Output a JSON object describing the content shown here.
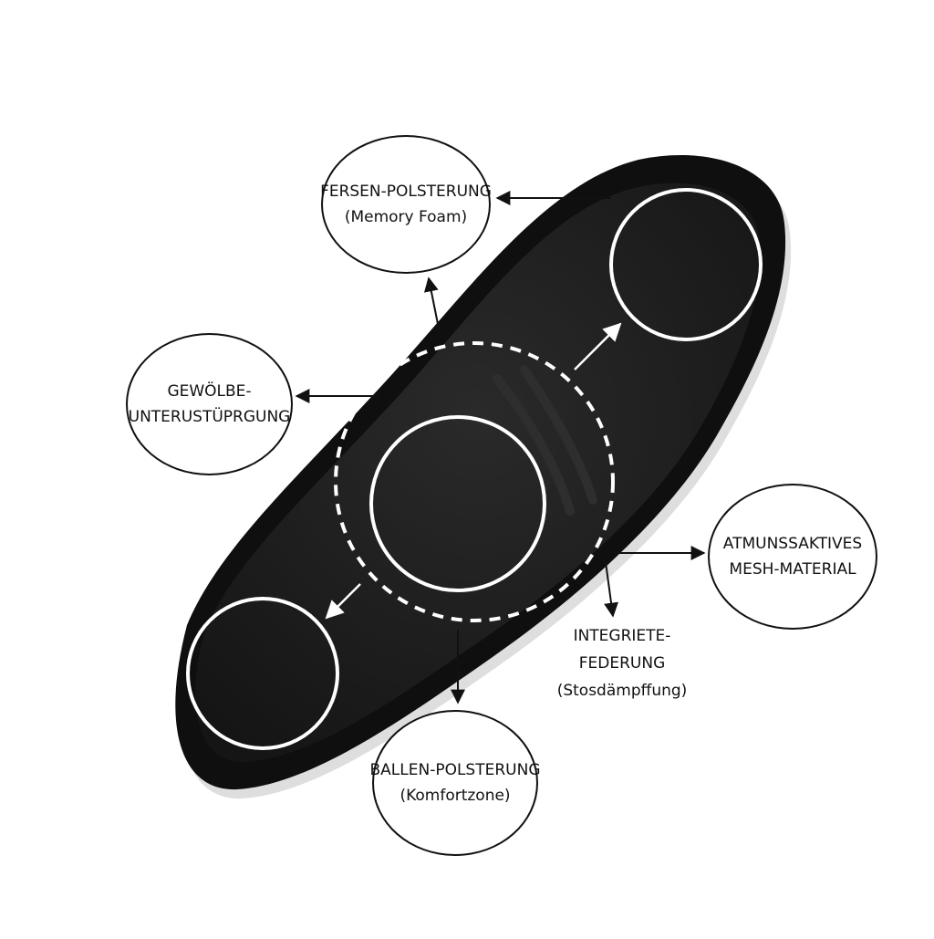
{
  "diagram": {
    "colors": {
      "insole": "#1c1c1c",
      "insole_edge": "#0c0c0c",
      "outline": "#111111",
      "highlight_ring": "#ffffff",
      "background": "#ffffff"
    },
    "labels": {
      "heel": {
        "line1": "FERSEN-POLSTERUNG",
        "line2": "(Memory Foam)"
      },
      "arch": {
        "line1": "GEWÖLBE-",
        "line2": "UNTERUSTÜPRGUNG"
      },
      "mesh": {
        "line1": "ATMUNSSAKTIVES",
        "line2": "MESH-MATERIAL"
      },
      "suspension": {
        "line1": "INTEGRIETE-",
        "line2": "FEDERUNG",
        "line3": "(Stosdämpffung)"
      },
      "ball": {
        "line1": "BALLEN-POLSTERUNG",
        "line2": "(Komfortzone)"
      }
    }
  }
}
